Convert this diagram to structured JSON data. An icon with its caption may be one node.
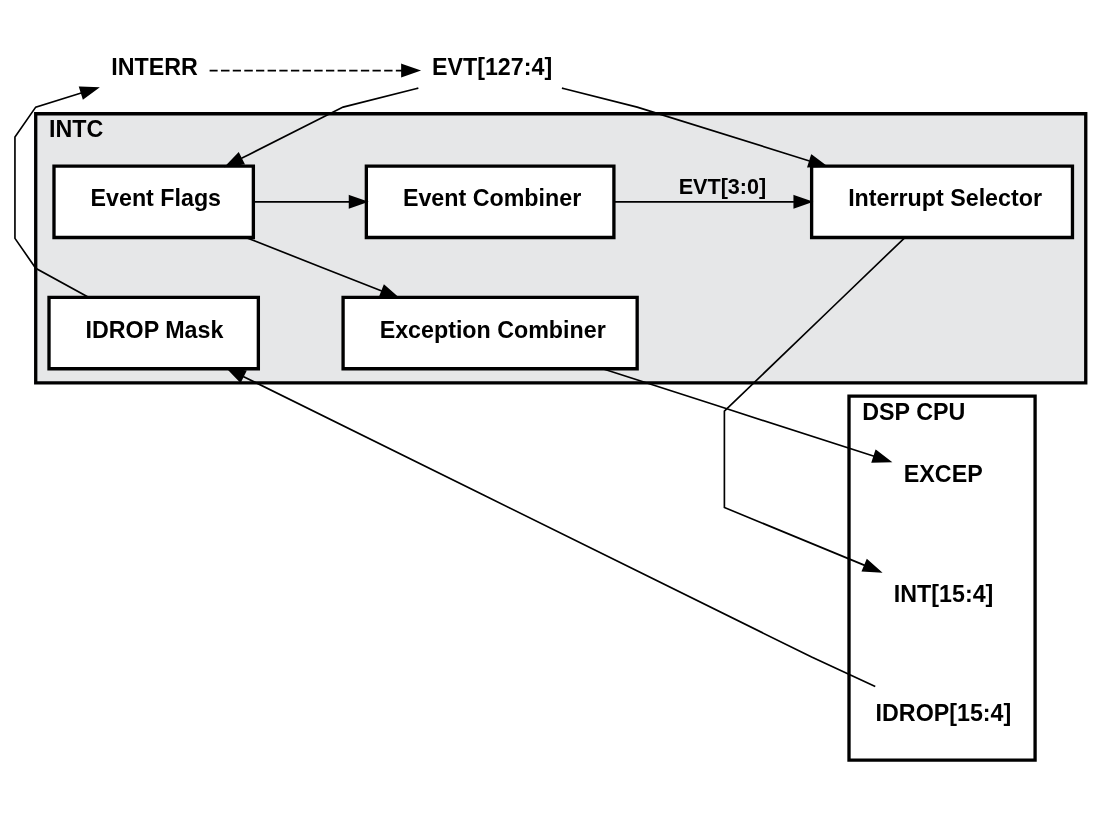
{
  "diagram": {
    "nodes": [
      {
        "text": [
          "INTC"
        ]
      },
      {
        "text": [
          "Exception Combiner"
        ],
        "in": 0
      },
      {
        "text": [
          "Event Flags"
        ],
        "in": 0
      },
      {
        "text": [
          "Event Combiner"
        ],
        "in": 0
      },
      {
        "text": [
          "Interrupt Selector"
        ],
        "in": 0
      },
      {
        "text": [
          "IDROP Mask"
        ],
        "in": 0
      },
      {
        "text": [
          "DSP CPU"
        ]
      },
      {
        "text": [
          "EXCEP"
        ],
        "in": 6
      },
      {
        "text": [
          "INT[15:4]"
        ],
        "in": 6
      },
      {
        "text": [
          "IDROP[15:4]"
        ],
        "in": 6
      },
      {
        "text": [
          "EVT[127:4]"
        ]
      },
      {
        "text": [
          "INTERR"
        ]
      }
    ],
    "edges": [
      {
        "from": 10,
        "to": 2,
        "arrow": "to"
      },
      {
        "from": 10,
        "to": 4,
        "arrow": "to"
      },
      {
        "from": 2,
        "to": 1,
        "arrow": "to"
      },
      {
        "from": 2,
        "to": 3,
        "arrow": "to"
      },
      {
        "from": 3,
        "to": 4,
        "arrow": "to",
        "label": "EVT[3:0]"
      },
      {
        "from": 1,
        "to": 7,
        "arrow": "to"
      },
      {
        "from": 4,
        "to": 8,
        "arrow": "to"
      },
      {
        "from": 9,
        "to": 5,
        "arrow": "to"
      },
      {
        "from": 5,
        "to": 11,
        "arrow": "to"
      },
      {
        "from": 11,
        "to": 10,
        "arrow": "to",
        "style": "dashed"
      }
    ]
  }
}
